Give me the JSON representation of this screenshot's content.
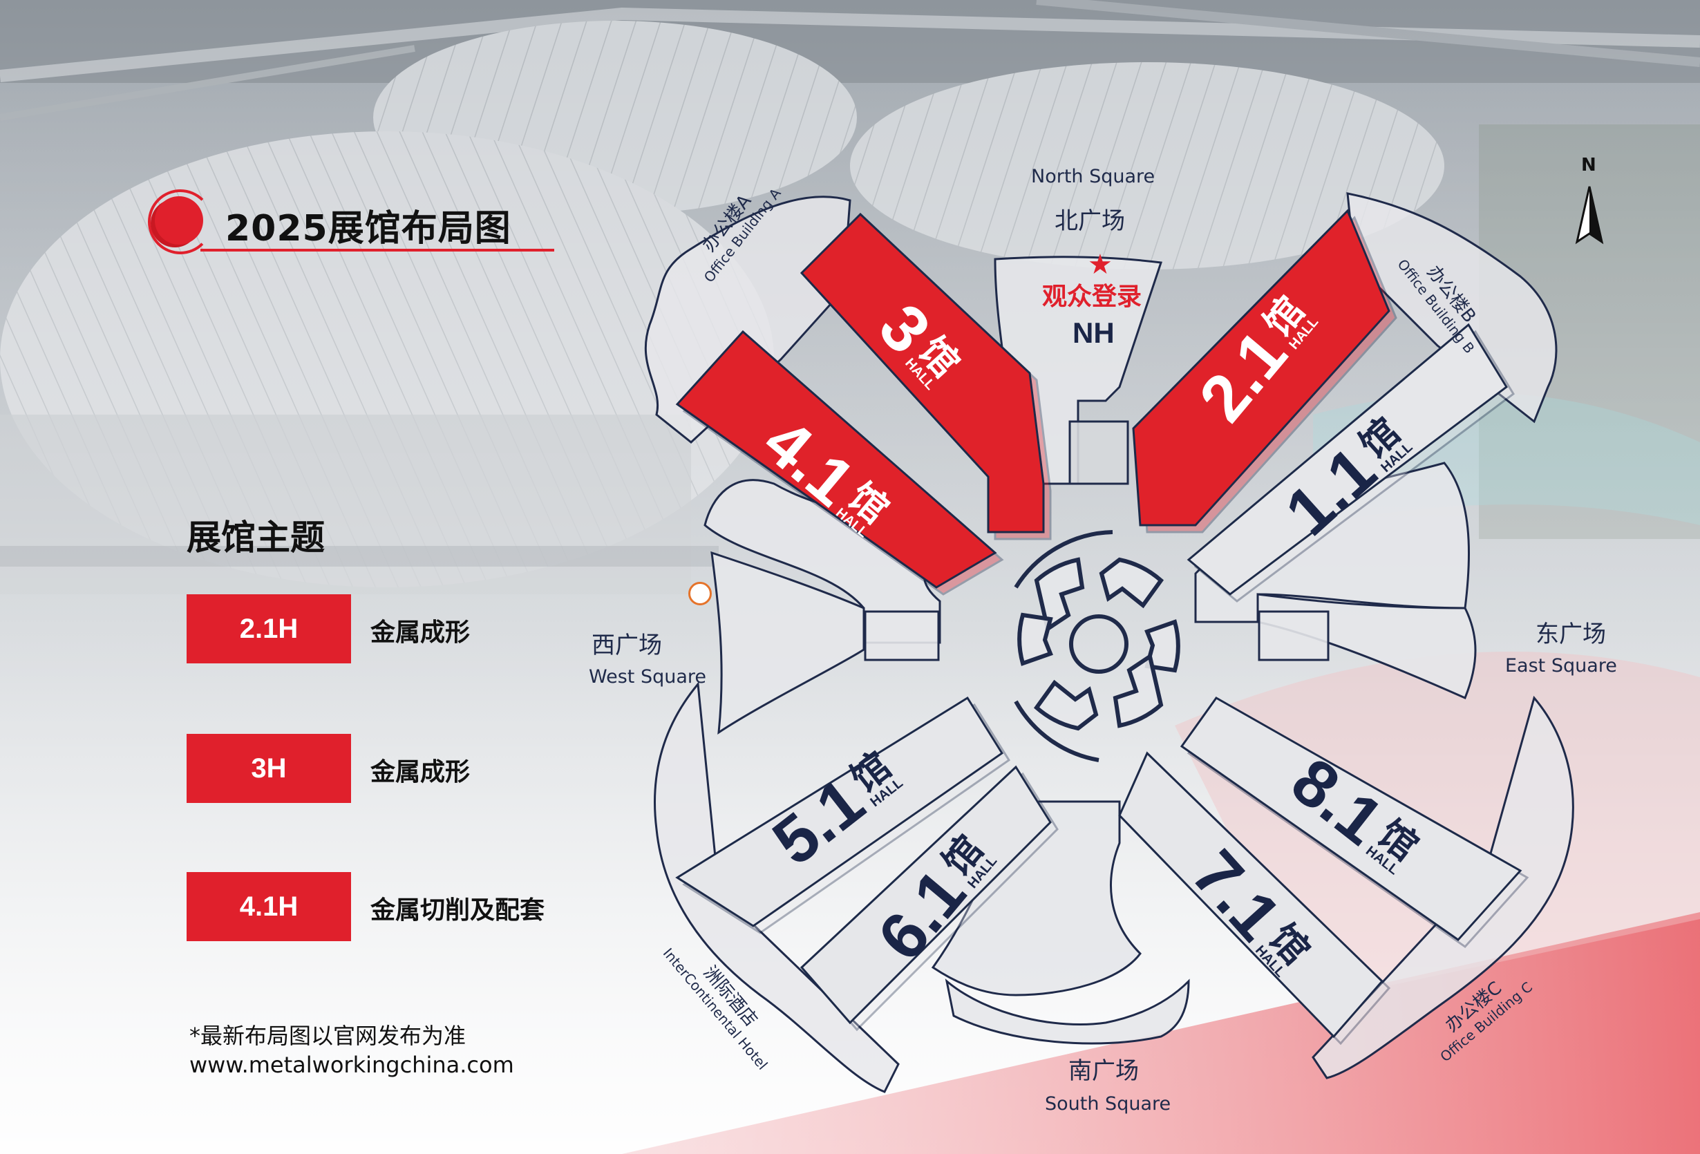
{
  "title": "2025展馆布局图",
  "themes": {
    "heading": "展馆主题",
    "items": [
      {
        "hall": "2.1H",
        "theme": "金属成形"
      },
      {
        "hall": "3H",
        "theme": "金属成形"
      },
      {
        "hall": "4.1H",
        "theme": "金属切削及配套"
      }
    ]
  },
  "footnote": {
    "line1": "*最新布局图以官网发布为准",
    "line2": "www.metalworkingchina.com"
  },
  "compass": {
    "label": "N"
  },
  "squares": {
    "north": {
      "en": "North Square",
      "zh": "北广场"
    },
    "south": {
      "en": "South Square",
      "zh": "南广场"
    },
    "west": {
      "en": "West Square",
      "zh": "西广场"
    },
    "east": {
      "en": "East Square",
      "zh": "东广场"
    }
  },
  "buildings": {
    "office_a": {
      "zh": "办公楼A",
      "en": "Office Building A"
    },
    "office_b": {
      "zh": "办公楼B",
      "en": "Office Building B"
    },
    "office_c": {
      "zh": "办公楼C",
      "en": "Office Building C"
    },
    "hotel": {
      "zh": "洲际酒店",
      "en": "InterContinental Hotel"
    }
  },
  "entrance": {
    "label": "观众登录",
    "code": "NH"
  },
  "hall_word": "HALL",
  "hall_char": "馆",
  "halls": [
    {
      "id": "3",
      "number": "3",
      "highlight": true
    },
    {
      "id": "4.1",
      "number": "4.1",
      "highlight": true
    },
    {
      "id": "2.1",
      "number": "2.1",
      "highlight": true
    },
    {
      "id": "1.1",
      "number": "1.1",
      "highlight": false
    },
    {
      "id": "5.1",
      "number": "5.1",
      "highlight": false
    },
    {
      "id": "6.1",
      "number": "6.1",
      "highlight": false
    },
    {
      "id": "8.1",
      "number": "8.1",
      "highlight": false
    },
    {
      "id": "7.1",
      "number": "7.1",
      "highlight": false
    }
  ],
  "colors": {
    "highlight": "#e0202c",
    "normal_fill": "#e6e7ea",
    "outline": "#1f2a4a",
    "text_dark": "#1a2547"
  }
}
